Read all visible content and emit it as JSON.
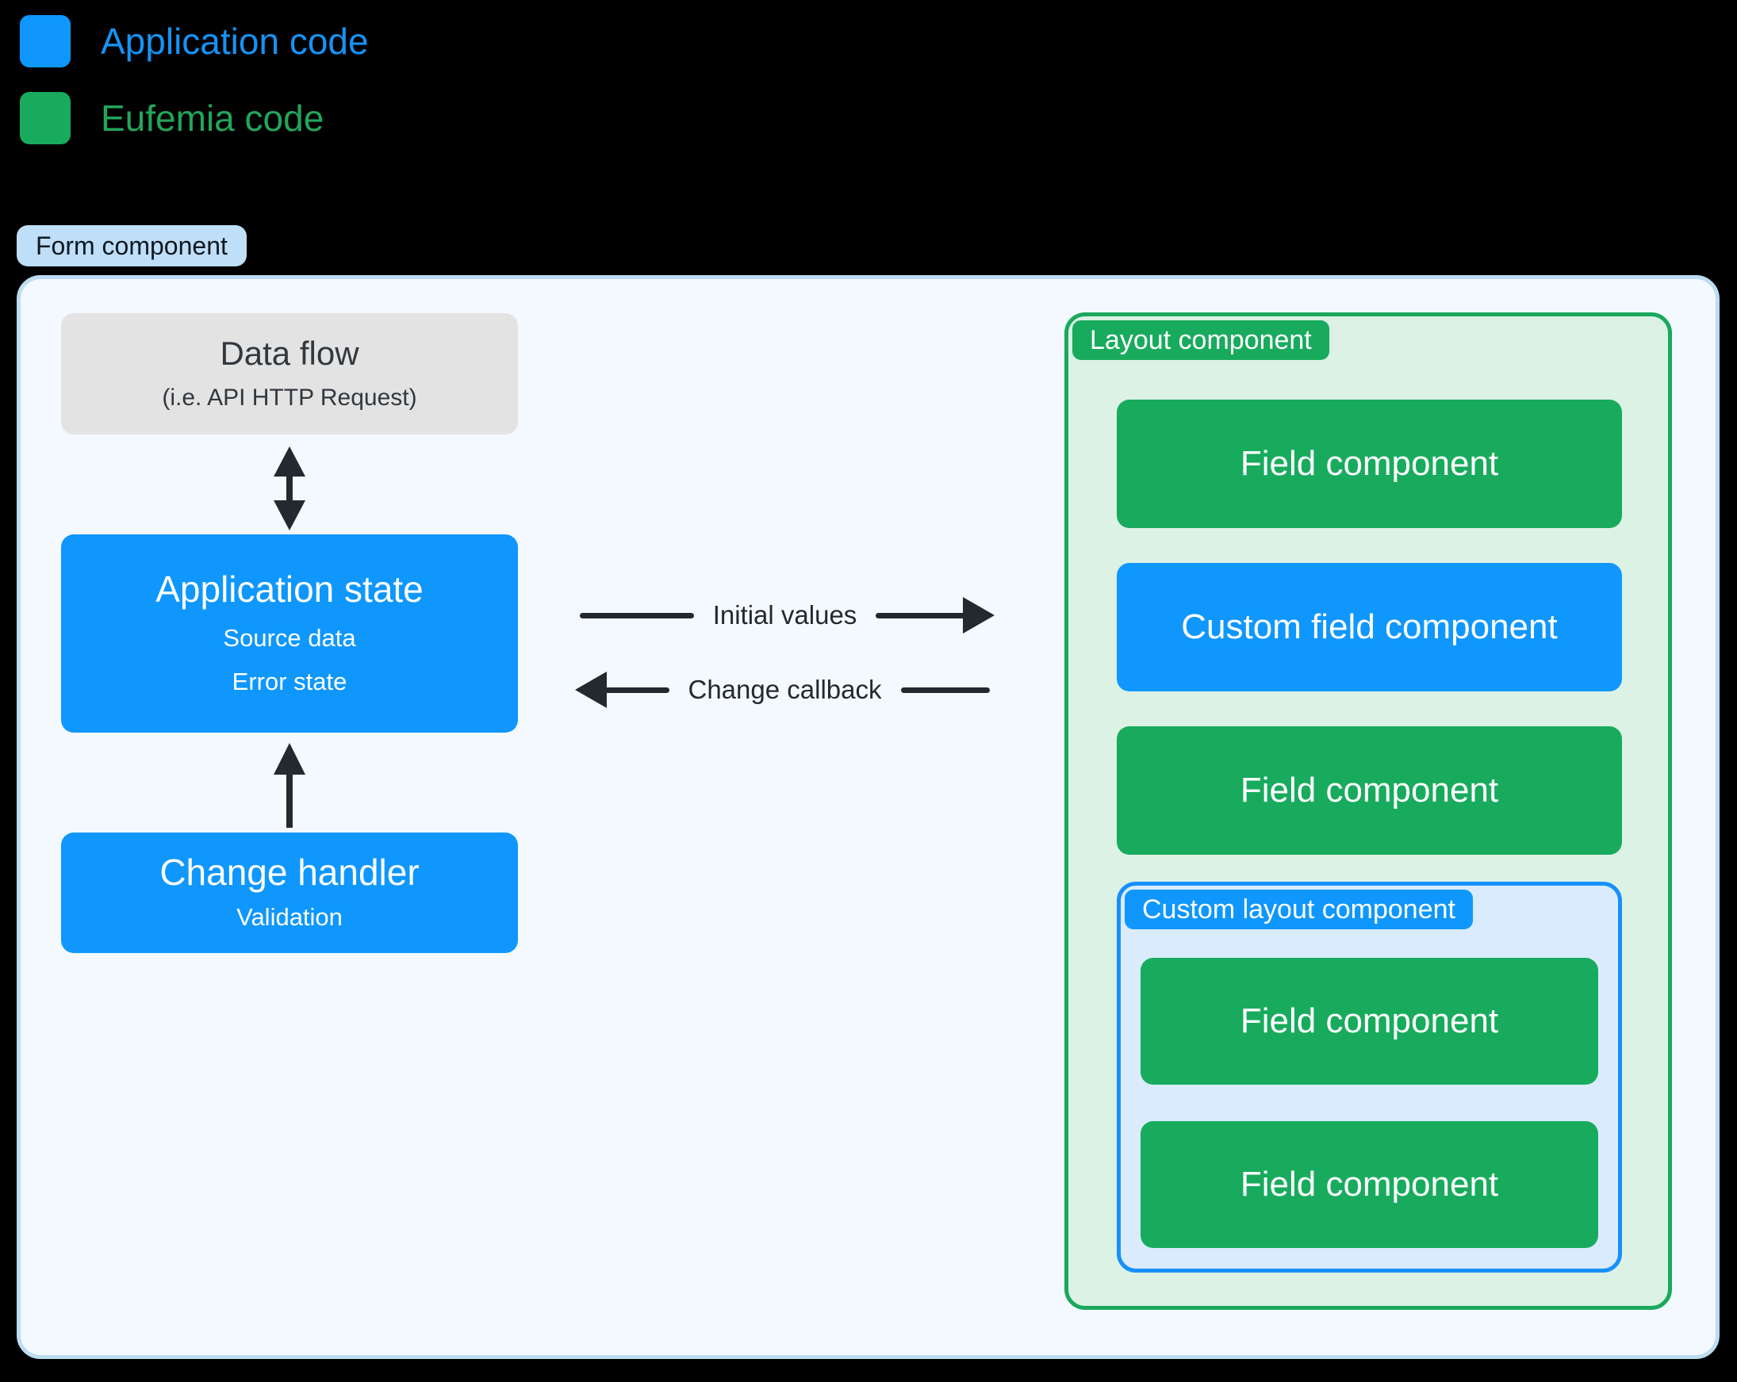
{
  "legend": {
    "items": [
      {
        "label": "Application code",
        "color": "#0f97fd"
      },
      {
        "label": "Eufemia code",
        "color": "#18ab5d"
      }
    ]
  },
  "badges": {
    "form": "Form component",
    "layout": "Layout component",
    "custom_layout": "Custom layout component"
  },
  "left": {
    "data_flow": {
      "title": "Data flow",
      "subtitle": "(i.e. API HTTP Request)"
    },
    "application_state": {
      "title": "Application state",
      "line1": "Source data",
      "line2": "Error state"
    },
    "change_handler": {
      "title": "Change handler",
      "line1": "Validation"
    }
  },
  "arrows": {
    "initial_values": "Initial values",
    "change_callback": "Change callback"
  },
  "layout": {
    "field_1": "Field component",
    "custom_field": "Custom field component",
    "field_2": "Field component",
    "custom_layout": {
      "field_1": "Field component",
      "field_2": "Field component"
    }
  },
  "colors": {
    "application_code_blue": "#0f97fd",
    "eufemia_code_green": "#18ab5d",
    "form_badge_bg": "#bfdef8",
    "form_container_bg": "#f3f9fe",
    "form_container_border": "#bcdcf0",
    "data_flow_bg": "#e3e3e3",
    "layout_container_bg": "#dbf2e5",
    "layout_container_border": "#1aa95c",
    "custom_layout_bg": "#d9ebfc",
    "custom_layout_border": "#1690fb",
    "arrow_color": "#24292e",
    "background": "#000000"
  }
}
